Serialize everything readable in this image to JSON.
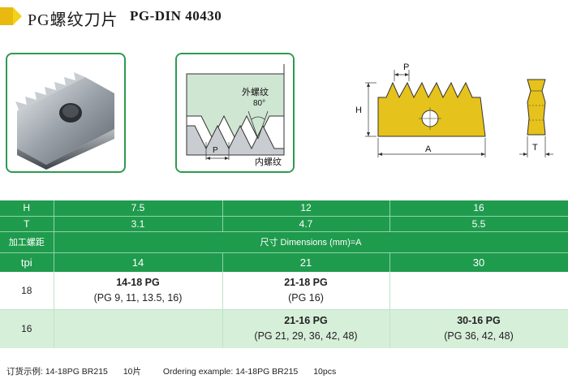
{
  "header": {
    "title": "PG螺纹刀片",
    "code": "PG-DIN 40430"
  },
  "diagram": {
    "outer_thread": "外螺纹",
    "inner_thread": "内螺纹",
    "angle": "80°",
    "pitch": "P",
    "dim_p": "P",
    "dim_h": "H",
    "dim_a": "A",
    "dim_t": "T"
  },
  "table": {
    "h_label": "H",
    "h_values": [
      "7.5",
      "12",
      "16"
    ],
    "t_label": "T",
    "t_values": [
      "3.1",
      "4.7",
      "5.5"
    ],
    "pitch_label": "加工螺距",
    "dimensions_label": "尺寸 Dimensions (mm)=A",
    "tpi_label": "tpi",
    "tpi_values": [
      "14",
      "21",
      "30"
    ],
    "rows": [
      {
        "tpi": "18",
        "cells": [
          {
            "name": "14-18 PG",
            "sub": "(PG 9, 11, 13.5, 16)"
          },
          {
            "name": "21-18 PG",
            "sub": "(PG 16)"
          },
          {
            "name": "",
            "sub": ""
          }
        ]
      },
      {
        "tpi": "16",
        "cells": [
          {
            "name": "",
            "sub": ""
          },
          {
            "name": "21-16 PG",
            "sub": "(PG 21, 29, 36, 42, 48)"
          },
          {
            "name": "30-16 PG",
            "sub": "(PG 36, 42, 48)"
          }
        ]
      }
    ]
  },
  "order": {
    "cn_label": "订货示例: 14-18PG BR215",
    "cn_qty": "10片",
    "en_label": "Ordering example: 14-18PG BR215",
    "en_qty": "10pcs"
  },
  "colors": {
    "green": "#1f9b4d",
    "light_green": "#d6efd9",
    "insert_yellow": "#e6c21c",
    "title_tab_yellow": "#f2d21a"
  }
}
